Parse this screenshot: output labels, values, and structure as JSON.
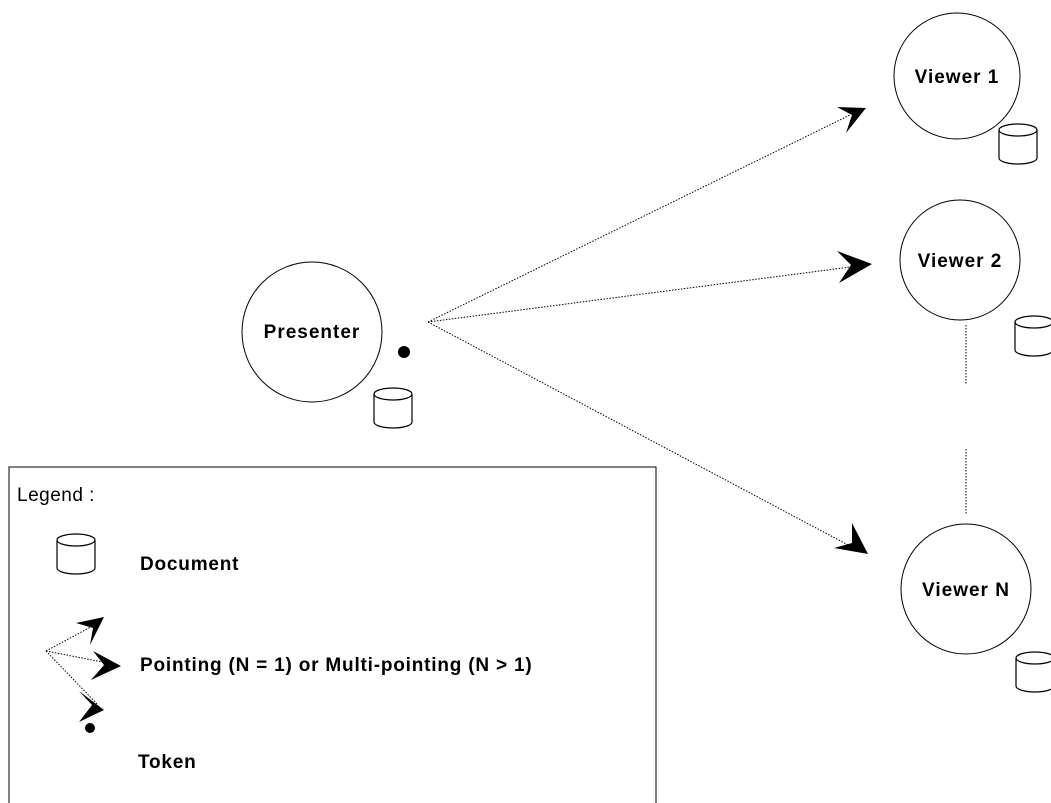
{
  "nodes": {
    "presenter": "Presenter",
    "viewer1": "Viewer 1",
    "viewer2": "Viewer 2",
    "viewerN": "Viewer N"
  },
  "legend": {
    "title": "Legend :",
    "document": "Document",
    "pointing": "Pointing (N = 1) or Multi-pointing (N > 1)",
    "token": "Token"
  }
}
